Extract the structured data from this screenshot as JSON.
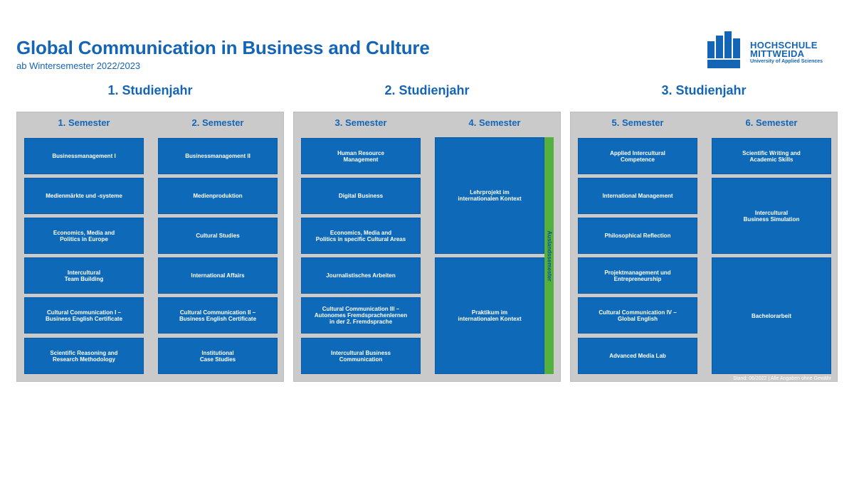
{
  "header": {
    "title": "Global Communication in Business and Culture",
    "subtitle": "ab Wintersemester 2022/2023"
  },
  "logo": {
    "line1": "HOCHSCHULE",
    "line2": "MITTWEIDA",
    "line3": "University of Applied Sciences",
    "icon": "building-logo-icon",
    "color": "#1565b6"
  },
  "colors": {
    "brand_blue": "#1565b6",
    "module_blue": "#0e69b9",
    "panel_grey": "#cacaca",
    "abroad_green": "#55b040"
  },
  "years": [
    {
      "label": "1. Studienjahr",
      "semesters": [
        {
          "label": "1. Semester",
          "modules": [
            "Businessmanagement I",
            "Medienmärkte und -systeme",
            "Economics, Media and\nPolitics in Europe",
            "Intercultural\nTeam Building",
            "Cultural Communication I –\nBusiness English Certificate",
            "Scientific Reasoning and\nResearch Methodology"
          ]
        },
        {
          "label": "2. Semester",
          "modules": [
            "Businessmanagement II",
            "Medienproduktion",
            "Cultural Studies",
            "International Affairs",
            "Cultural Communication II –\nBusiness English Certificate",
            "Institutional\nCase Studies"
          ]
        }
      ]
    },
    {
      "label": "2. Studienjahr",
      "abroad_label": "Auslandssemester",
      "semesters": [
        {
          "label": "3. Semester",
          "modules": [
            "Human Resource\nManagement",
            "Digital Business",
            "Economics, Media and\nPolitics in specific Cultural Areas",
            "Journalistisches Arbeiten",
            "Cultural Communication III –\nAutonomes Fremdsprachenlernen\nin der 2. Fremdsprache",
            "Intercultural Business\nCommunication"
          ]
        },
        {
          "label": "4. Semester",
          "modules": [
            "Lehrprojekt im\ninternationalen Kontext",
            "Praktikum im\ninternationalen Kontext"
          ]
        }
      ]
    },
    {
      "label": "3. Studienjahr",
      "semesters": [
        {
          "label": "5. Semester",
          "modules": [
            "Applied Intercultural\nCompetence",
            "International Management",
            "Philosophical Reflection",
            "Projektmanagement und\nEntrepreneurship",
            "Cultural Communication IV –\nGlobal English",
            "Advanced Media Lab"
          ]
        },
        {
          "label": "6. Semester",
          "modules": [
            "Scientific Writing and\nAcademic Skills",
            "Intercultural\nBusiness Simulation",
            "Bachelorarbeit"
          ]
        }
      ]
    }
  ],
  "footer": "Stand: 06/2022 | Alle Angaben ohne Gewähr"
}
